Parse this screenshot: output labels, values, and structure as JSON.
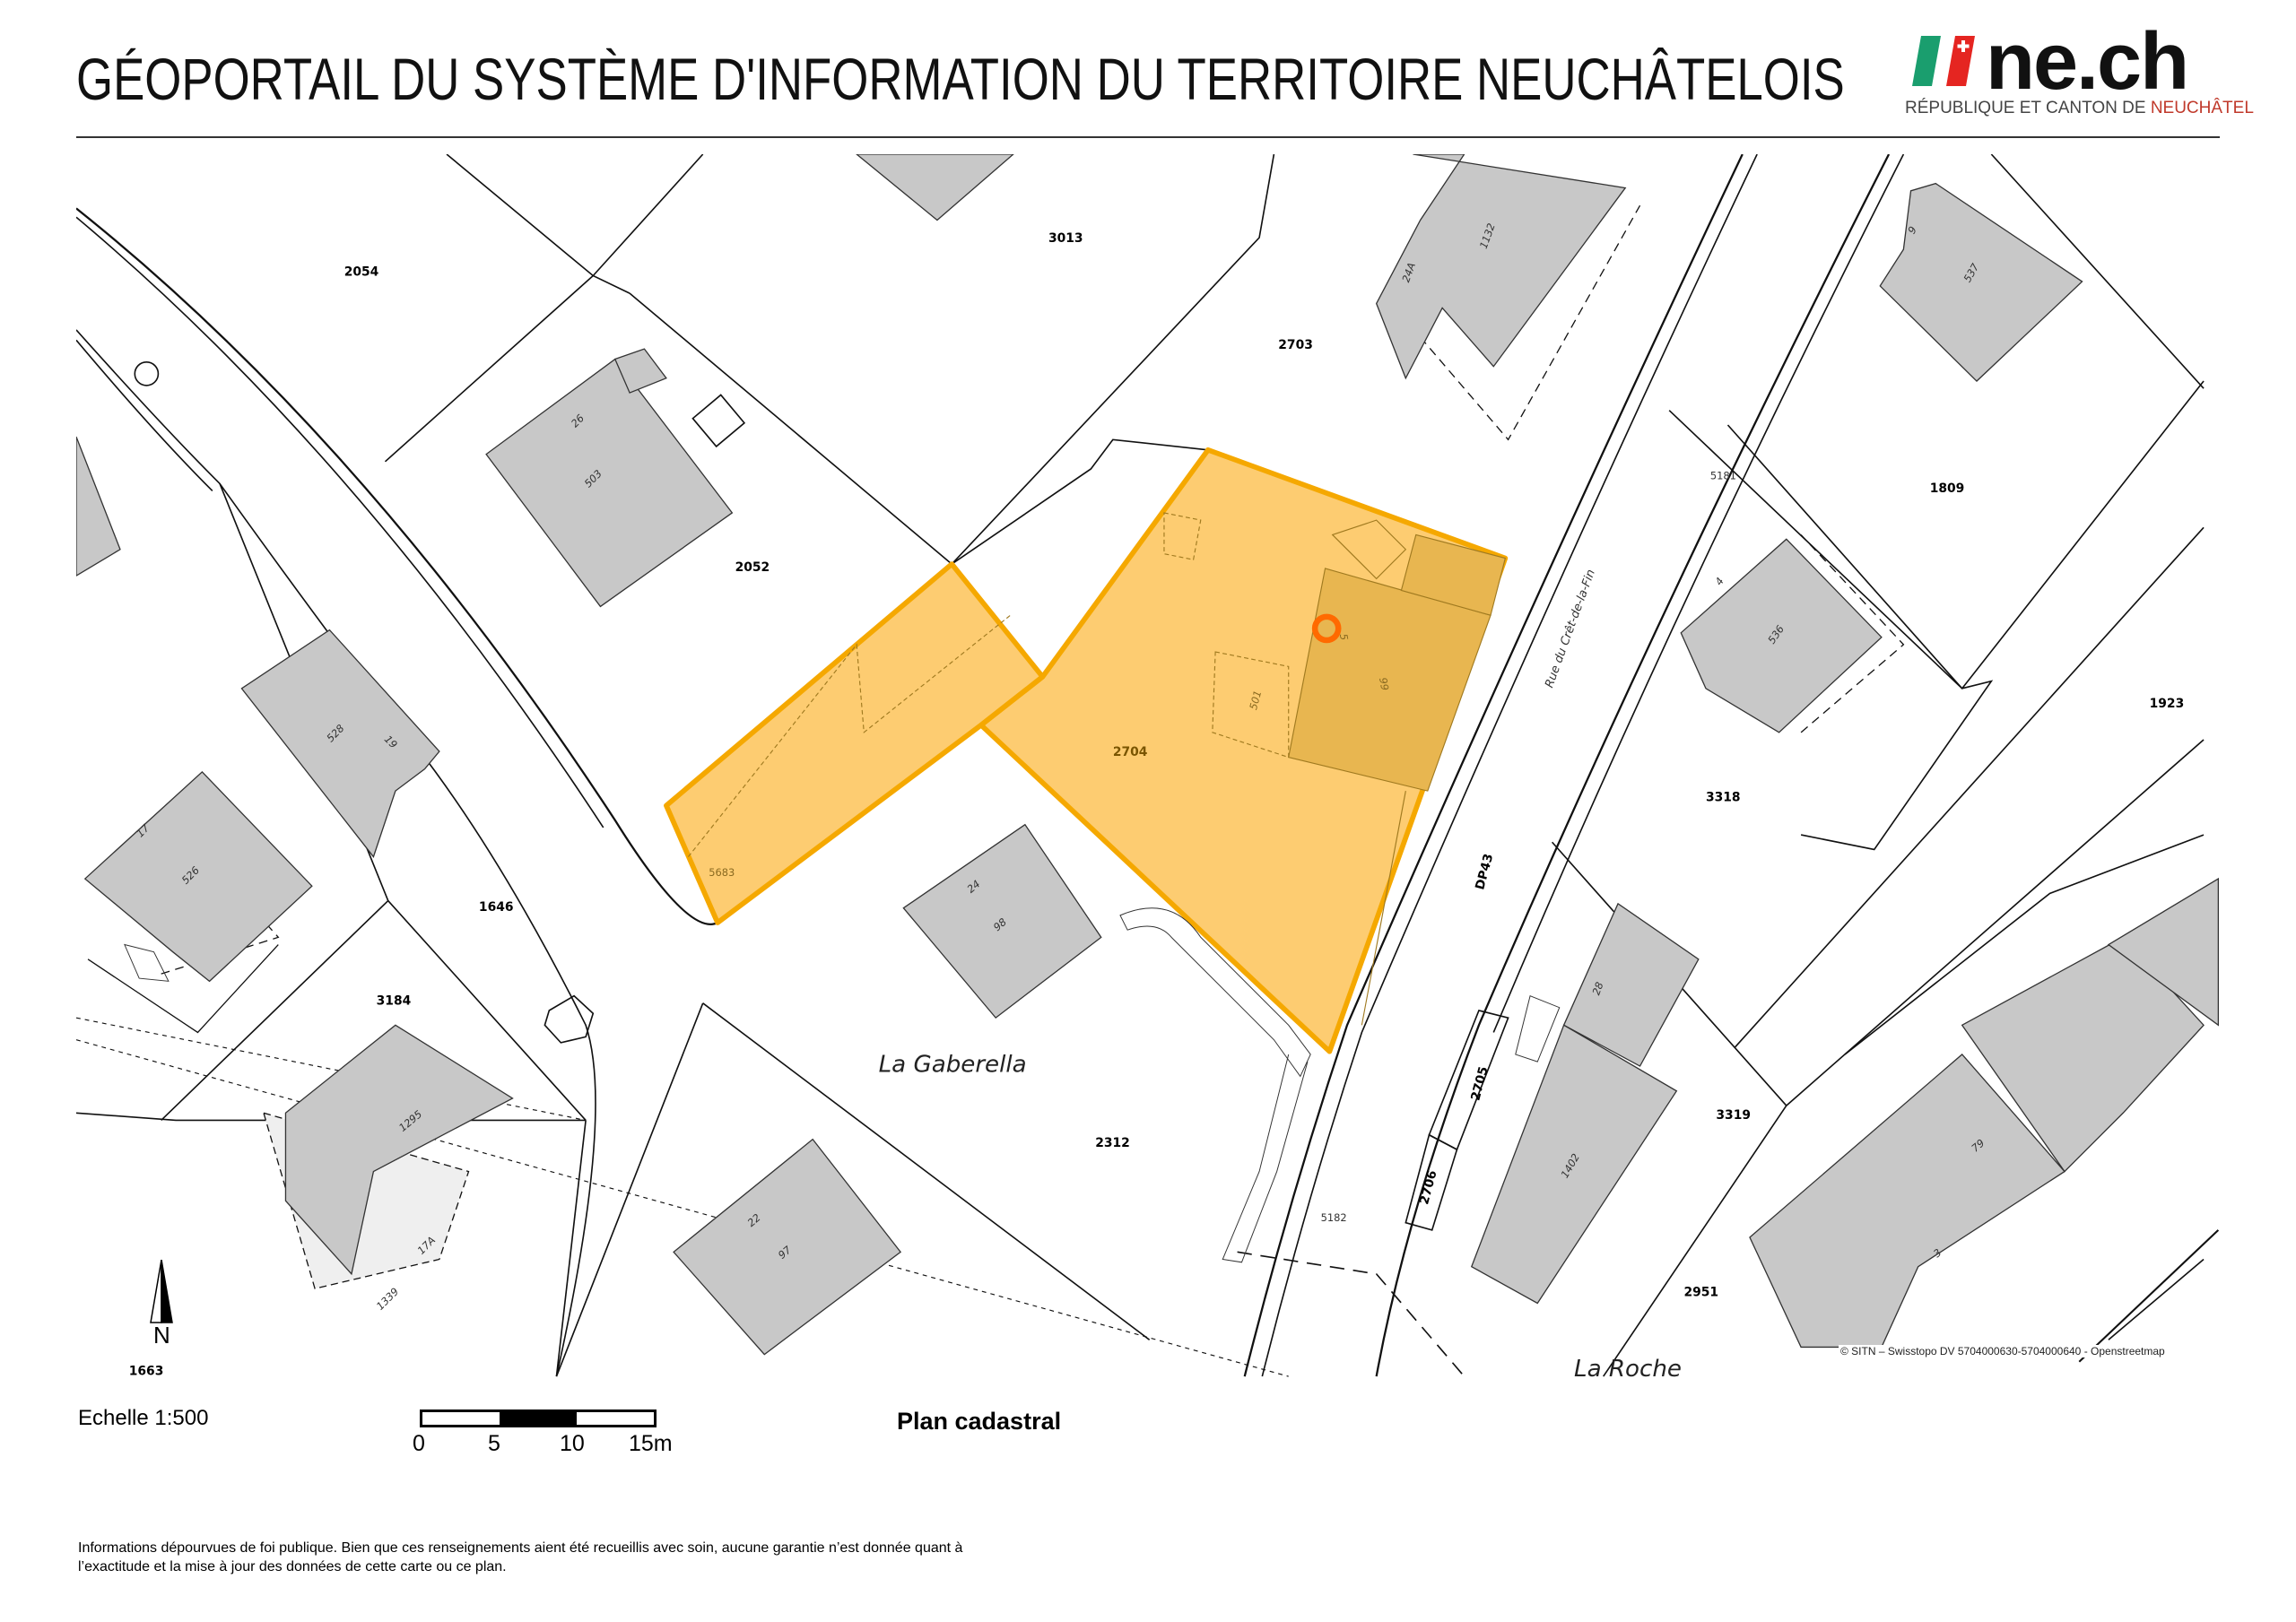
{
  "header": {
    "title": "GÉOPORTAIL DU SYSTÈME D'INFORMATION DU TERRITOIRE NEUCHÂTELOIS",
    "logo": {
      "wordmark": "ne.ch",
      "subtitle_prefix": "RÉPUBLIQUE ET CANTON DE ",
      "subtitle_highlight": "NEUCHÂTEL",
      "colors": {
        "green": "#1a9e6e",
        "red": "#e52521",
        "text_red": "#c0392b"
      }
    }
  },
  "map": {
    "type": "Plan cadastral",
    "highlight_color": "#fdc865",
    "highlight_border": "#f5a800",
    "building_fill": "#c8c8c8",
    "marker_color": "#ff6a00",
    "selected_parcels": [
      "2704",
      "5683"
    ],
    "parcel_numbers": [
      "2054",
      "3013",
      "2703",
      "1809",
      "2052",
      "5181",
      "1923",
      "2704",
      "3318",
      "1646",
      "5683",
      "3184",
      "2312",
      "2705",
      "2706",
      "3319",
      "5182",
      "2951",
      "1663",
      "DP43"
    ],
    "building_numbers": [
      "1132",
      "24A",
      "537",
      "9",
      "26",
      "503",
      "536",
      "4",
      "99",
      "5",
      "501",
      "528",
      "19",
      "526",
      "17",
      "24",
      "98",
      "1295",
      "28",
      "1402",
      "79",
      "3",
      "22",
      "97",
      "17A",
      "1339"
    ],
    "place_names": [
      "La Gaberella",
      "La Roche"
    ],
    "road_name": "Rue du Crêt-de-la-Fin",
    "north_label": "N",
    "copyright": "© SITN – Swisstopo DV 5704000630-5704000640 - Openstreetmap"
  },
  "footer": {
    "scale_label": "Echelle 1:500",
    "scale_ticks": [
      "0",
      "5",
      "10",
      "15m"
    ],
    "plan_title": "Plan cadastral",
    "disclaimer": "Informations dépourvues de foi publique. Bien que ces renseignements aient été recueillis avec soin, aucune garantie n’est donnée quant à l’exactitude et la mise à jour des données de cette carte ou ce plan."
  }
}
